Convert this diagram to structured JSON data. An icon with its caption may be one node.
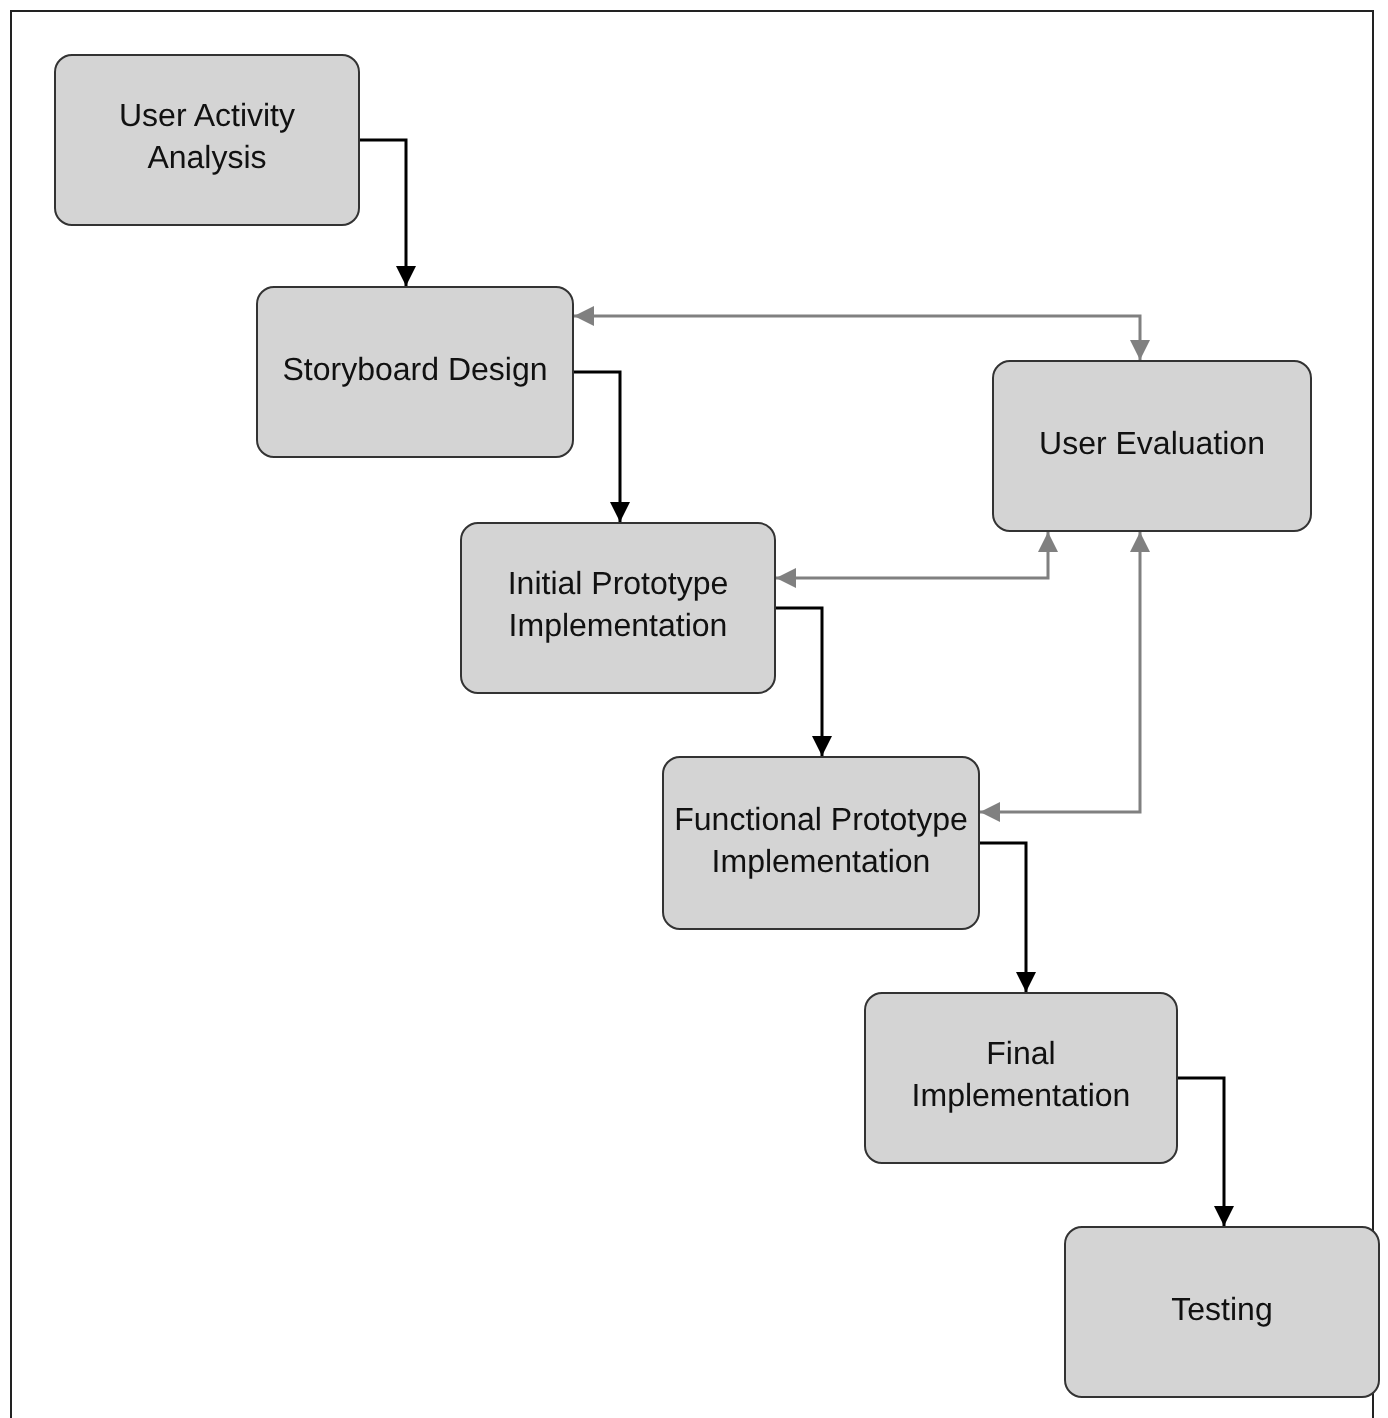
{
  "diagram": {
    "nodes": [
      {
        "text": [
          "User Activity Analysis"
        ]
      },
      {
        "text": [
          "Storyboard Design"
        ]
      },
      {
        "text": [
          "User Evaluation"
        ]
      },
      {
        "text": [
          "Initial Prototype Implementation"
        ]
      },
      {
        "text": [
          "Functional Prototype Implementation"
        ]
      },
      {
        "text": [
          "Final Implementation"
        ]
      },
      {
        "text": [
          "Testing"
        ]
      }
    ],
    "edges": [
      {
        "from": 0,
        "to": 1,
        "arrow": "to"
      },
      {
        "from": 1,
        "to": 2,
        "arrow": "both",
        "color": "#808080"
      },
      {
        "from": 1,
        "to": 3,
        "arrow": "to"
      },
      {
        "from": 3,
        "to": 2,
        "arrow": "both",
        "color": "#808080"
      },
      {
        "from": 3,
        "to": 4,
        "arrow": "to"
      },
      {
        "from": 4,
        "to": 2,
        "arrow": "both",
        "color": "#808080"
      },
      {
        "from": 4,
        "to": 5,
        "arrow": "to"
      },
      {
        "from": 5,
        "to": 6,
        "arrow": "to"
      }
    ]
  }
}
